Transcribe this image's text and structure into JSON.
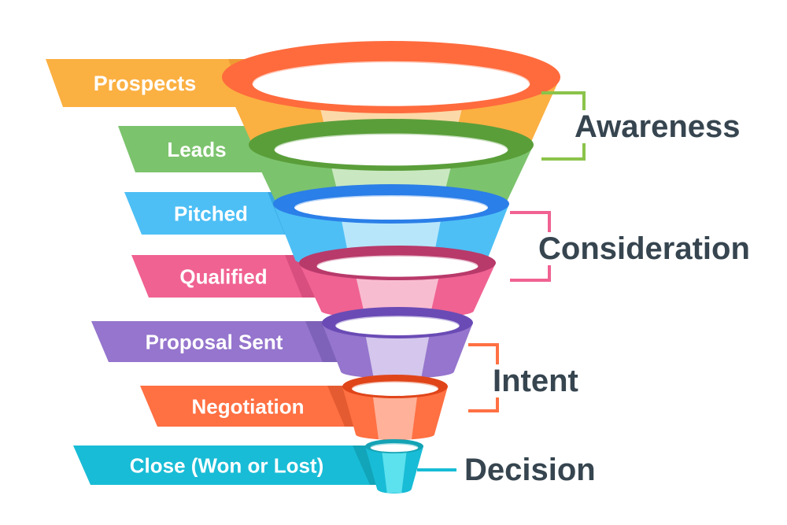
{
  "funnel": {
    "levels": [
      {
        "label": "Prospects",
        "colors": {
          "top": "#ff6b3d",
          "outer": "#fbb042",
          "center": "#fcd9a8",
          "tab": "#fbb042",
          "shade": "#e48a2a"
        }
      },
      {
        "label": "Leads",
        "colors": {
          "top": "#5a9e3a",
          "outer": "#7cc36d",
          "center": "#c9e8c1",
          "tab": "#7cc36d",
          "shade": "#4f9240"
        }
      },
      {
        "label": "Pitched",
        "colors": {
          "top": "#2b7fe8",
          "outer": "#4dbff5",
          "center": "#b7e6fb",
          "tab": "#4dbff5",
          "shade": "#2a8fd0"
        }
      },
      {
        "label": "Qualified",
        "colors": {
          "top": "#b83a6a",
          "outer": "#f06292",
          "center": "#f8bcd0",
          "tab": "#f06292",
          "shade": "#c43e70"
        }
      },
      {
        "label": "Proposal Sent",
        "colors": {
          "top": "#6a4bb5",
          "outer": "#9575cd",
          "center": "#d4c6ec",
          "tab": "#9575cd",
          "shade": "#6c51a8"
        }
      },
      {
        "label": "Negotiation",
        "colors": {
          "top": "#e0451a",
          "outer": "#ff7043",
          "center": "#ffb199",
          "tab": "#ff7043",
          "shade": "#d04a22"
        }
      },
      {
        "label": "Close (Won or Lost)",
        "colors": {
          "top": "#14a3b5",
          "outer": "#18bcd6",
          "center": "#5ce1ee",
          "tab": "#18bcd6",
          "shade": "#0e8fa3"
        }
      }
    ]
  },
  "stages": [
    {
      "label": "Awareness",
      "color": "#8bc34a"
    },
    {
      "label": "Consideration",
      "color": "#f06292"
    },
    {
      "label": "Intent",
      "color": "#ff7043"
    },
    {
      "label": "Decision",
      "color": "#18bcd6"
    }
  ]
}
